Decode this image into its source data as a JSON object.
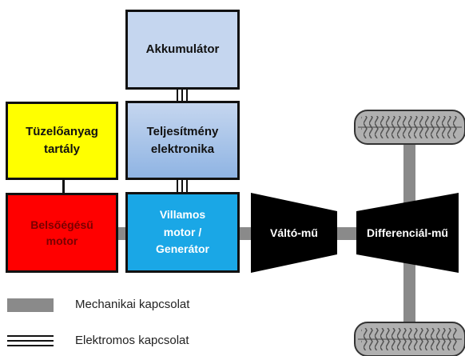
{
  "components": {
    "battery": "Akkumulátor",
    "power_electronics": "Teljesítmény\nelektronika",
    "fuel_tank": "Tüzelőanyag\ntartály",
    "ice": "Belsőégésű\nmotor",
    "motor_generator": "Villamos\nmotor /\nGenerátor",
    "gearbox": "Váltó-mű",
    "differential": "Differenciál-mű"
  },
  "legend": {
    "mechanical": "Mechanikai kapcsolat",
    "electrical": "Elektromos kapcsolat"
  },
  "colors": {
    "battery": "#c5d6ef",
    "power_electronics_top": "#c5d6ef",
    "power_electronics_bottom": "#8fb4e3",
    "fuel_tank": "#ffff00",
    "ice": "#ff0000",
    "motor_generator": "#1aa7e6",
    "black_shapes": "#000000",
    "mechanical_link": "#8a8a8a",
    "tire": "#b0b0b0"
  }
}
